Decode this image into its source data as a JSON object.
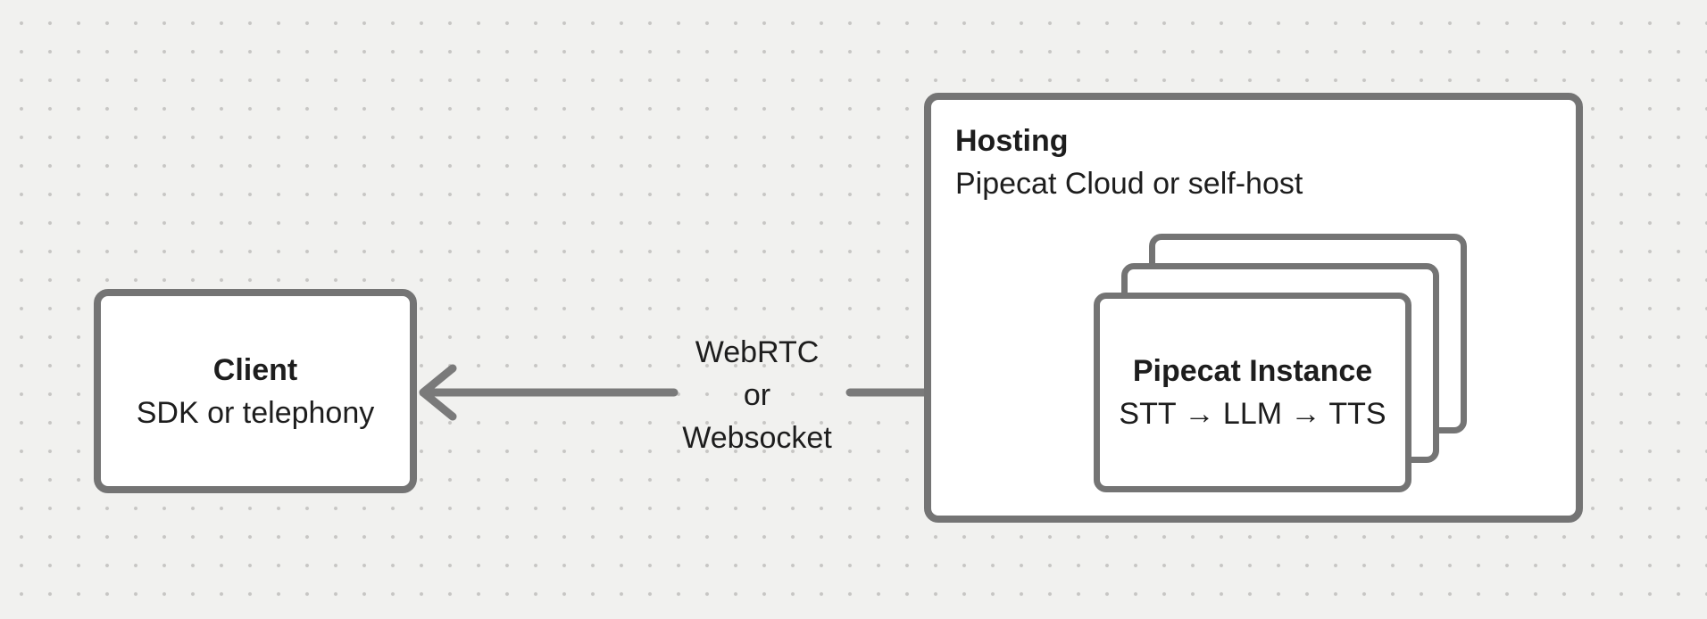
{
  "diagram": {
    "client": {
      "title": "Client",
      "subtitle": "SDK or telephony"
    },
    "connection": {
      "line1": "WebRTC",
      "line2": "or",
      "line3": "Websocket"
    },
    "hosting": {
      "title": "Hosting",
      "subtitle": "Pipecat Cloud or self-host"
    },
    "instance": {
      "title": "Pipecat Instance",
      "subtitle": "STT → LLM → TTS"
    },
    "icons": {
      "left_arrow": "arrow-left-icon",
      "right_arrow": "arrow-right-icon"
    },
    "colors": {
      "background": "#f1f1ef",
      "grid_dot": "#c7c6c4",
      "border": "#747474",
      "arrow": "#7a7a7a",
      "text": "#1d1d1d",
      "box_fill": "#ffffff"
    }
  }
}
